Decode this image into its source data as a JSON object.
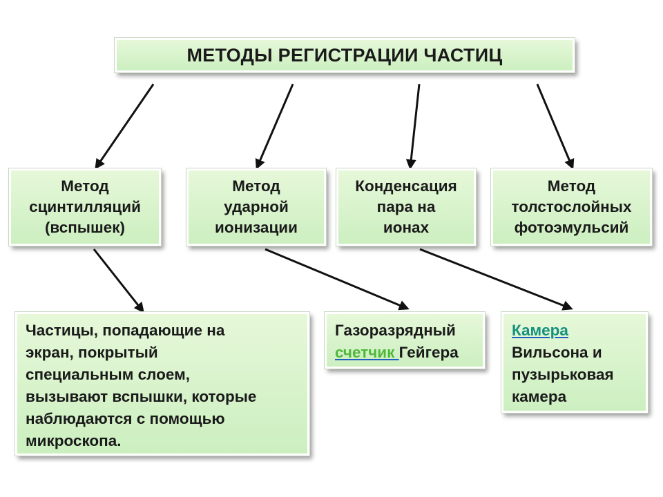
{
  "title": "МЕТОДЫ РЕГИСТРАЦИИ  ЧАСТИЦ",
  "methods": [
    {
      "lines": [
        "Метод",
        "сцинтилляций",
        "(вспышек)"
      ]
    },
    {
      "lines": [
        "Метод",
        "ударной",
        "ионизации"
      ]
    },
    {
      "lines": [
        "Конденсация",
        "пара на",
        "ионах"
      ]
    },
    {
      "lines": [
        "Метод",
        "толстослойных",
        "фотоэмульсий"
      ]
    }
  ],
  "details": {
    "scintillation": [
      "Частицы, попадающие на",
      "экран, покрытый",
      "специальным слоем,",
      "вызывают вспышки, которые",
      "наблюдаются с помощью",
      "микроскопа."
    ],
    "geiger": {
      "line1": "Газоразрядный",
      "link": "счетчик ",
      "rest": "Гейгера"
    },
    "wilson": {
      "link": "Камера",
      "line2": "Вильсона  и",
      "line3": "пузырьковая",
      "line4": "камера"
    }
  },
  "colors": {
    "box": "#d3f3c8",
    "link_green": "#4fb83a",
    "link_teal": "#15907e",
    "arrow": "#111111"
  }
}
